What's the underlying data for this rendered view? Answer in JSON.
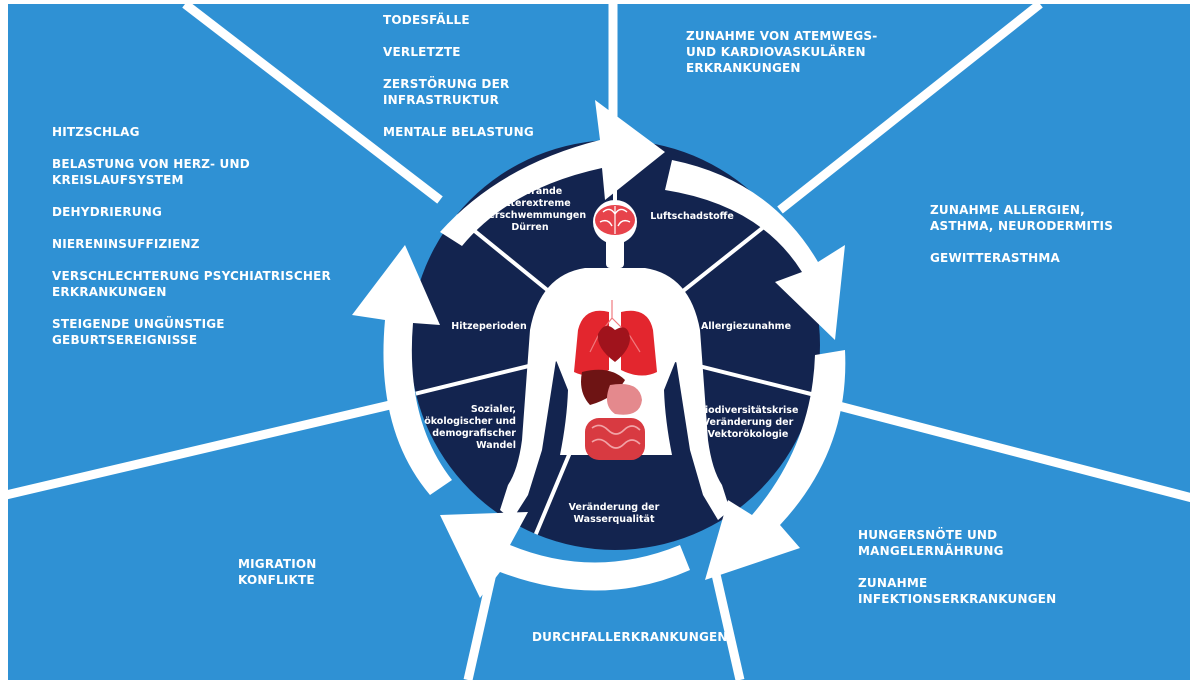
{
  "colors": {
    "sector_background": "#2f91d4",
    "divider": "#ffffff",
    "circle": "#13244f",
    "arrows": "#ffffff",
    "organs": "#c8202a",
    "brain": "#e7434b"
  },
  "icons": [
    "human-body-silhouette",
    "brain",
    "lungs",
    "heart",
    "liver",
    "stomach",
    "intestines",
    "cycle-arrows"
  ],
  "impacts": {
    "top_center": [
      "TODESFÄLLE",
      "VERLETZTE",
      "ZERSTÖRUNG DER\nINFRASTRUKTUR",
      "MENTALE BELASTUNG"
    ],
    "top_right": [
      "ZUNAHME VON ATEMWEGS-\nUND KARDIOVASKULÄREN\nERKRANKUNGEN"
    ],
    "left": [
      "HITZSCHLAG",
      "BELASTUNG VON HERZ- UND\nKREISLAUFSYSTEM",
      "DEHYDRIERUNG",
      "NIERENINSUFFIZIENZ",
      "VERSCHLECHTERUNG PSYCHIATRISCHER\nERKRANKUNGEN",
      "STEIGENDE UNGÜNSTIGE\nGEBURTSEREIGNISSE"
    ],
    "right": [
      "ZUNAHME ALLERGIEN,\nASTHMA, NEURODERMITIS",
      "GEWITTERASTHMA"
    ],
    "bottom_right": [
      "HUNGERSNÖTE UND\nMANGELERNÄHRUNG",
      "ZUNAHME\nINFEKTIONSERKRANKUNGEN"
    ],
    "bottom_left": [
      "MIGRATION\nKONFLIKTE"
    ],
    "bottom_center": [
      "DURCHFALLERKRANKUNGEN"
    ]
  },
  "segments": {
    "extreme_weather": [
      "Waldbrände",
      "Wetterextreme",
      "Überschwemmungen",
      "Dürren"
    ],
    "air_pollutants": [
      "Luftschadstoffe"
    ],
    "allergies": [
      "Allergiezunahme"
    ],
    "biodiversity": [
      "Biodiversitätskrise",
      "Veränderung der",
      "Vektorökologie"
    ],
    "water": [
      "Veränderung der",
      "Wasserqualität"
    ],
    "social": [
      "Sozialer,",
      "ökologischer und",
      "demografischer",
      "Wandel"
    ],
    "heat": [
      "Hitzeperioden"
    ]
  }
}
